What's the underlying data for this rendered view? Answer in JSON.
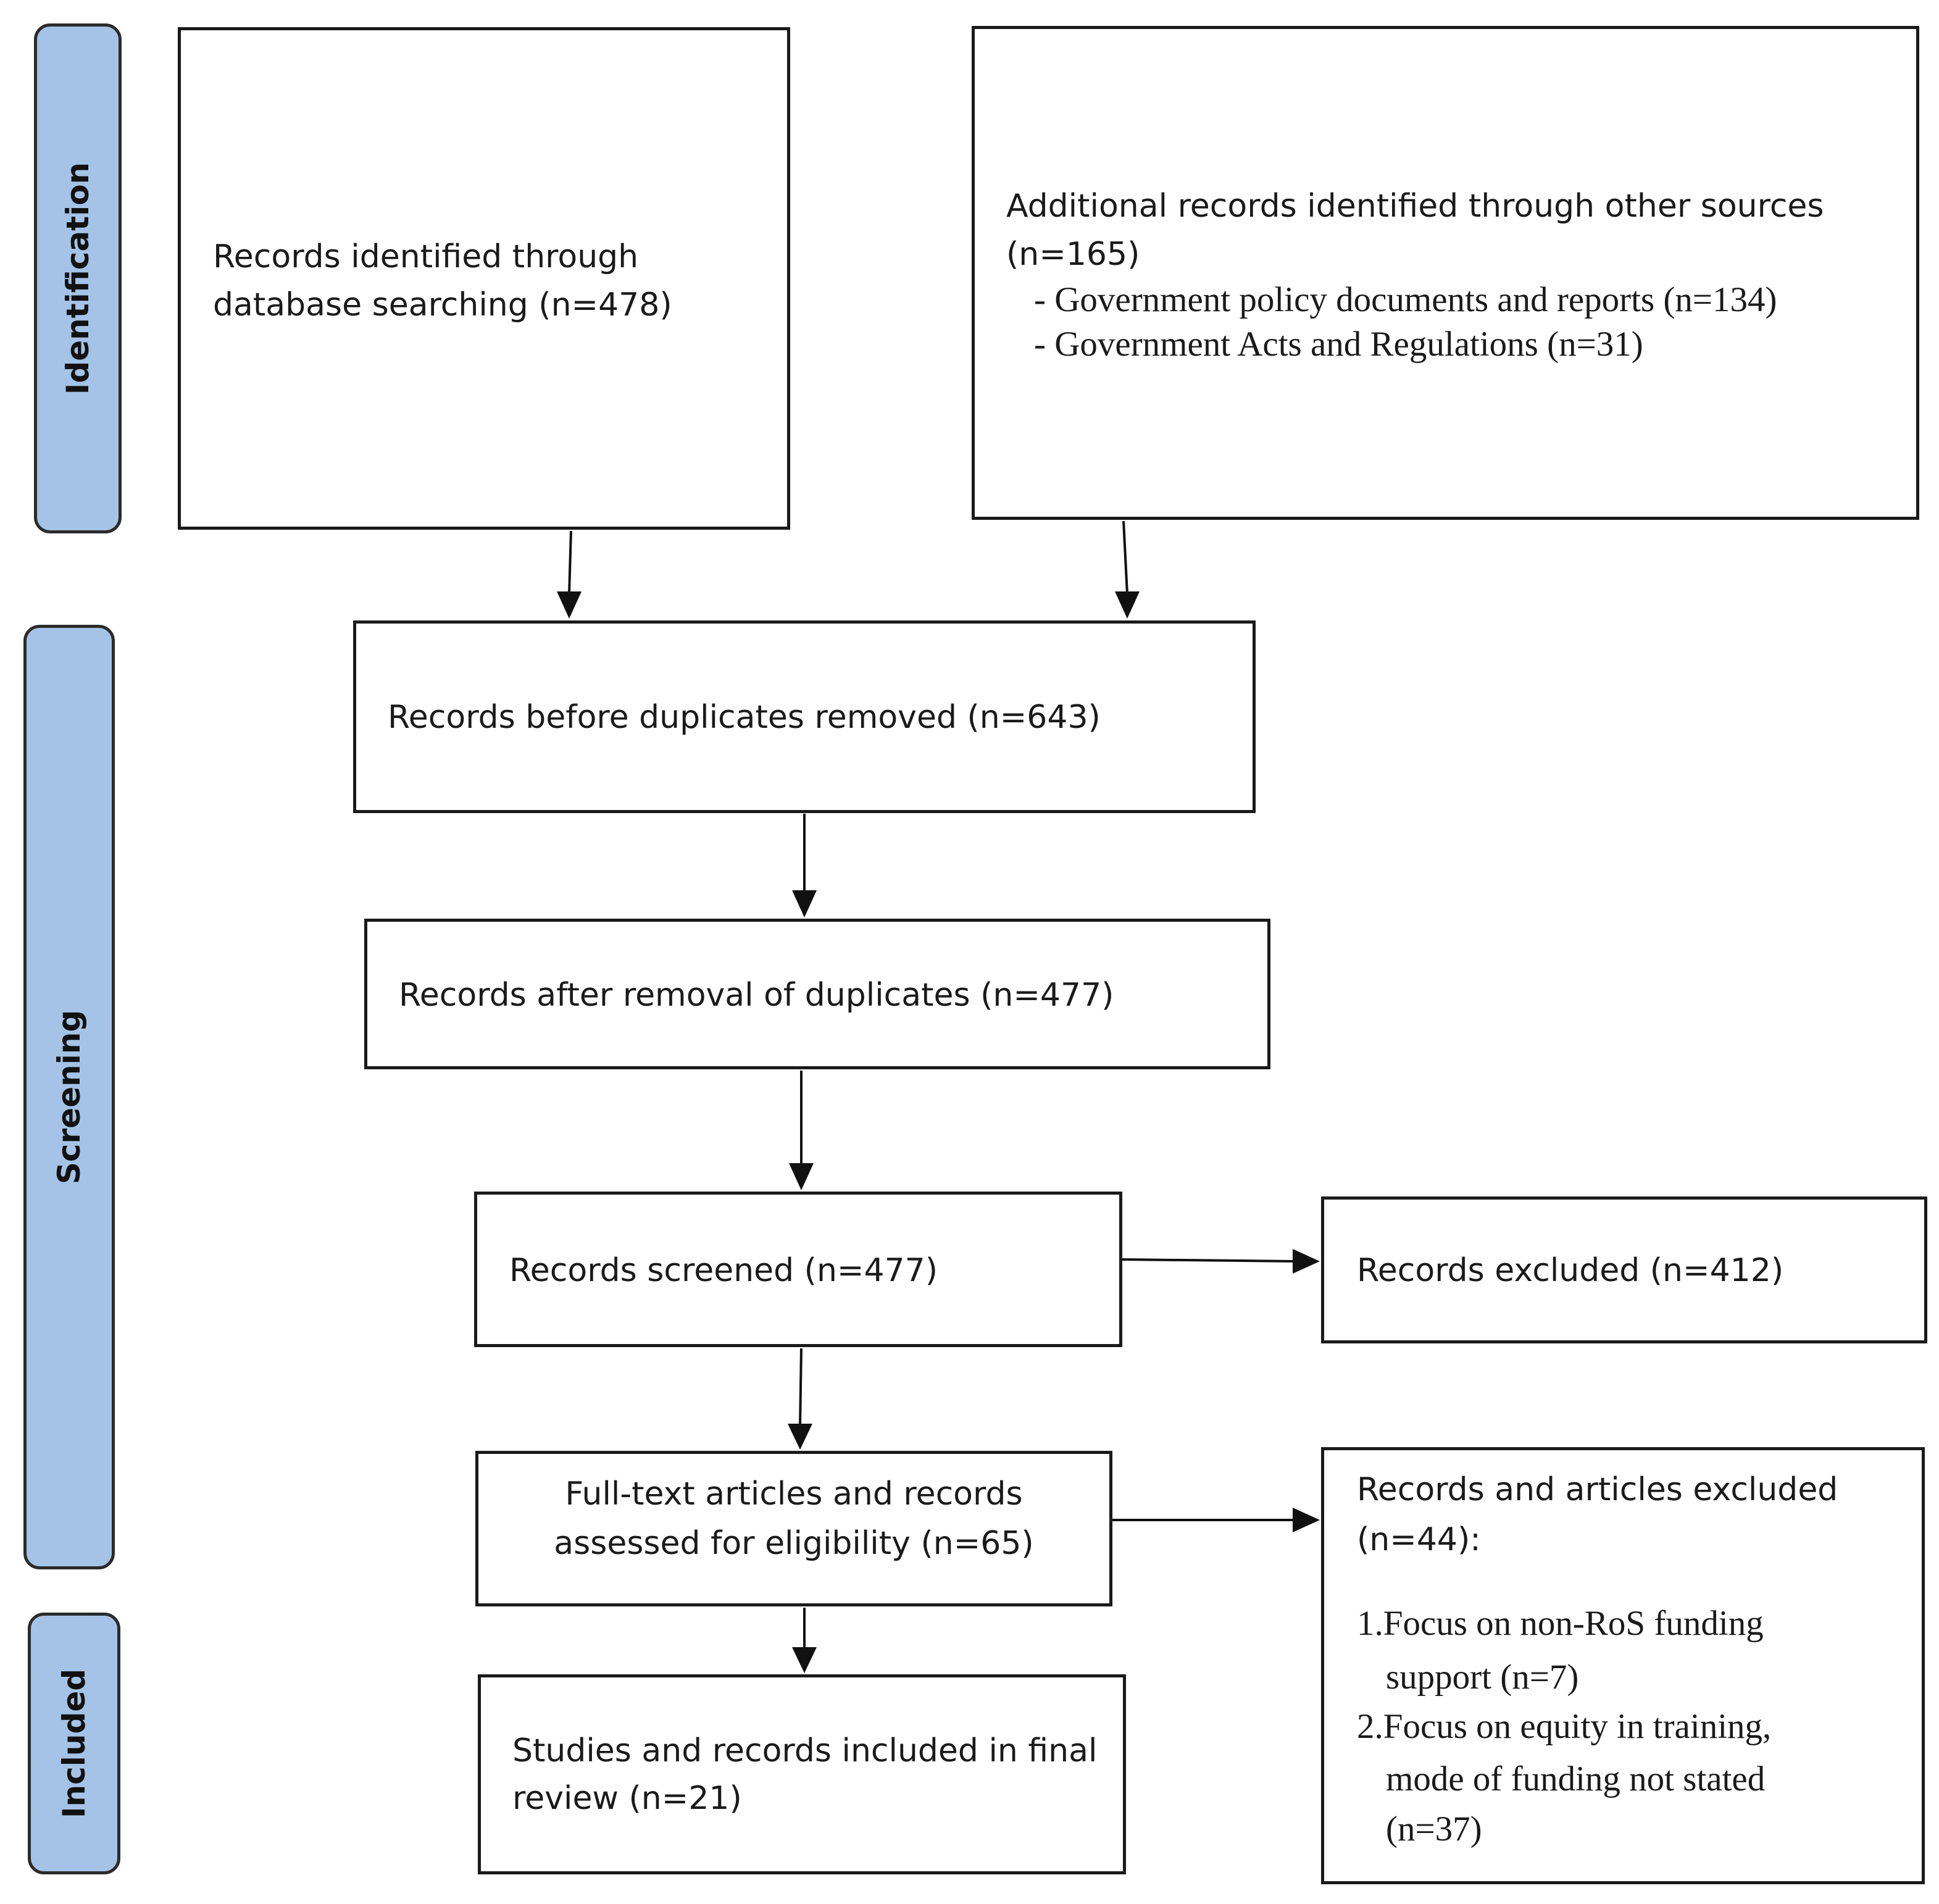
{
  "phases": {
    "identification": "Identification",
    "screening": "Screening",
    "included": "Included"
  },
  "boxes": {
    "database": {
      "line1": "Records identified through",
      "line2": "database searching (n=478)"
    },
    "additional": {
      "line1": "Additional records identified through other sources",
      "line2": "(n=165)",
      "bullet1": "-  Government policy documents and reports (n=134)",
      "bullet2": "-  Government Acts and Regulations (n=31)"
    },
    "before_duplicates": "Records before duplicates removed (n=643)",
    "after_duplicates": "Records after removal of duplicates (n=477)",
    "screened": "Records screened (n=477)",
    "excluded": "Records excluded (n=412)",
    "fulltext": {
      "line1": "Full-text articles and records",
      "line2": "assessed for eligibility (n=65)"
    },
    "articles_excluded": {
      "line1": "Records and articles excluded",
      "line2": "(n=44):",
      "reason1_line1": "1.Focus on non-RoS funding",
      "reason1_line2": "support (n=7)",
      "reason2_line1": "2.Focus on equity in training,",
      "reason2_line2": "mode of funding not stated",
      "reason2_line3": "(n=37)"
    },
    "included_final": {
      "line1": "Studies and records included in final",
      "line2": "review (n=21)"
    }
  }
}
